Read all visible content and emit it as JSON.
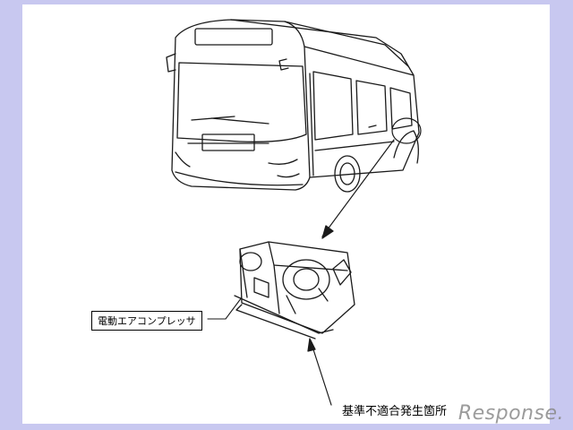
{
  "labels": {
    "component": "電動エアコンプレッサ",
    "defect_location": "基準不適合発生箇所"
  },
  "watermark": "Response."
}
